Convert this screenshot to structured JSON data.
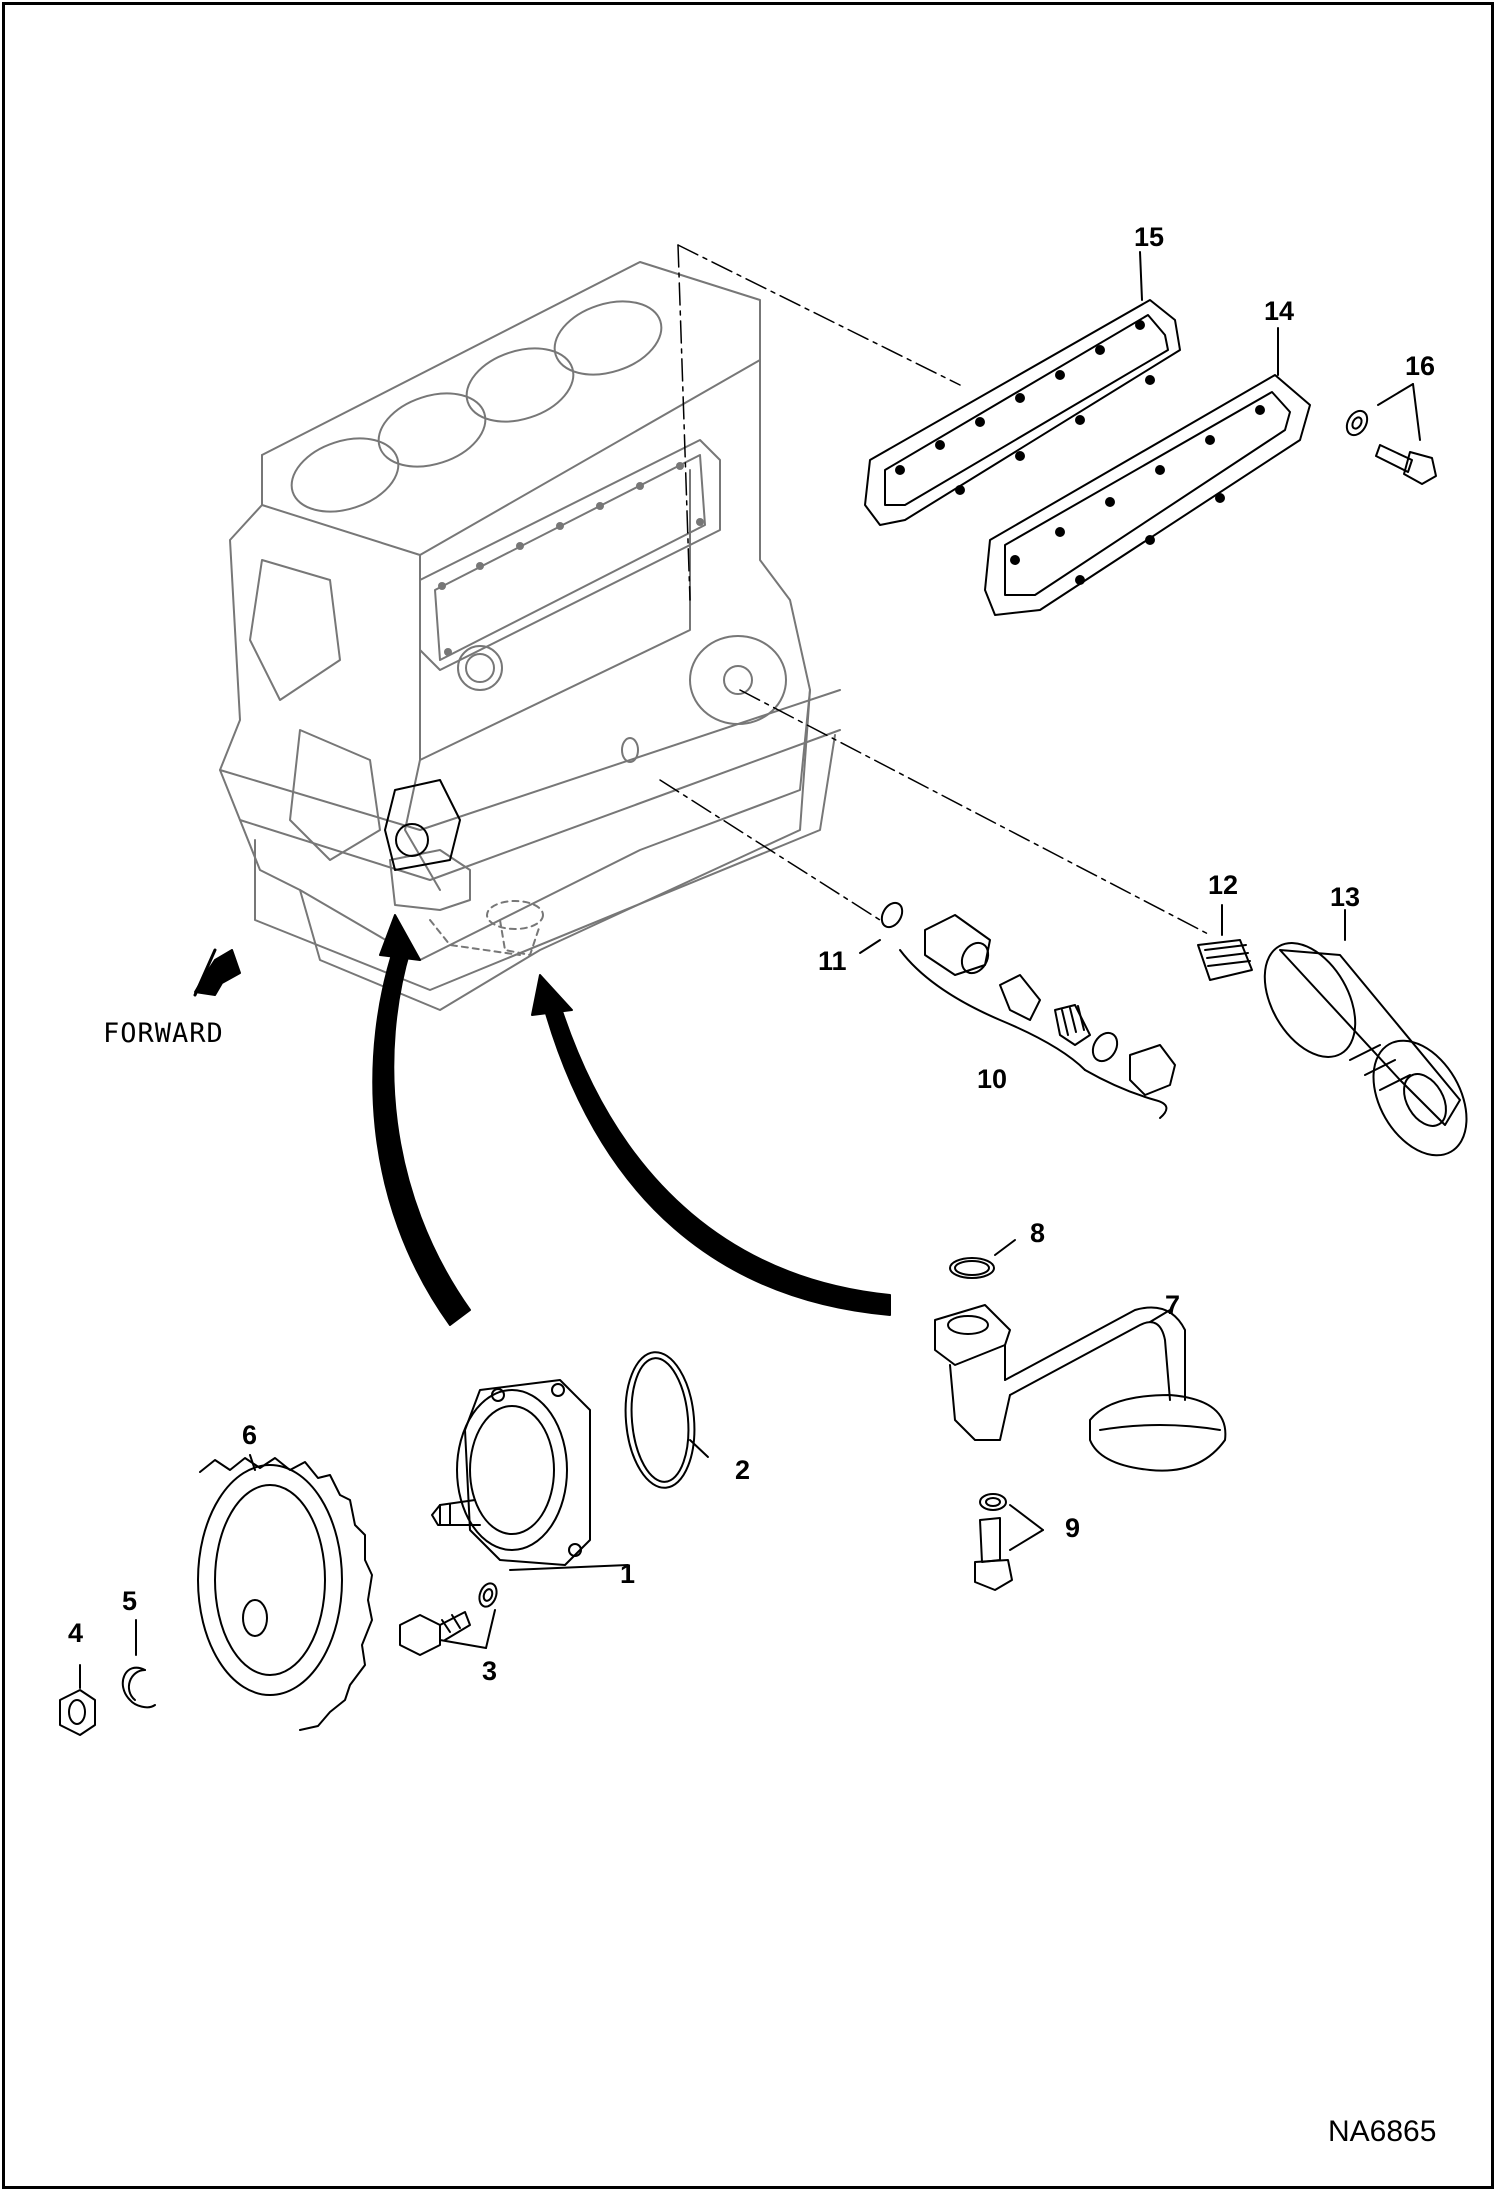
{
  "diagram": {
    "forward_label": "FORWARD",
    "drawing_number": "NA6865",
    "callouts": [
      {
        "id": "1",
        "label": "1"
      },
      {
        "id": "2",
        "label": "2"
      },
      {
        "id": "3",
        "label": "3"
      },
      {
        "id": "4",
        "label": "4"
      },
      {
        "id": "5",
        "label": "5"
      },
      {
        "id": "6",
        "label": "6"
      },
      {
        "id": "7",
        "label": "7"
      },
      {
        "id": "8",
        "label": "8"
      },
      {
        "id": "9",
        "label": "9"
      },
      {
        "id": "10",
        "label": "10"
      },
      {
        "id": "11",
        "label": "11"
      },
      {
        "id": "12",
        "label": "12"
      },
      {
        "id": "13",
        "label": "13"
      },
      {
        "id": "14",
        "label": "14"
      },
      {
        "id": "15",
        "label": "15"
      },
      {
        "id": "16",
        "label": "16"
      }
    ]
  }
}
